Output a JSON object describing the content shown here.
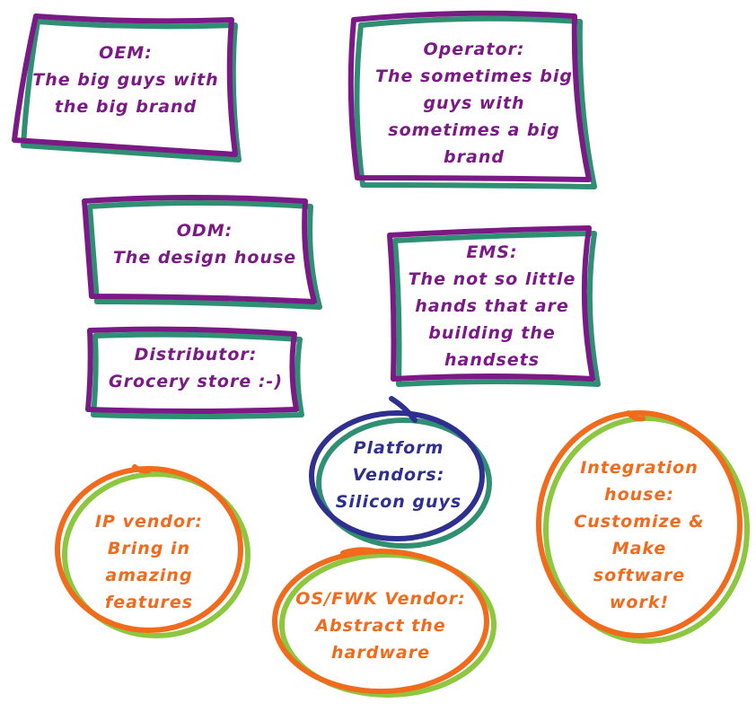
{
  "colors": {
    "purple": "#7b1a86",
    "teal": "#2f8f72",
    "blue": "#2e2f8e",
    "orange": "#f26a1b",
    "lime": "#8dc63f",
    "background": "#ffffff"
  },
  "boxes": {
    "oem": {
      "lines": [
        "OEM:",
        "The big guys with",
        "the big brand"
      ]
    },
    "operator": {
      "lines": [
        "Operator:",
        "The sometimes big",
        "guys with",
        "sometimes a big",
        "brand"
      ]
    },
    "odm": {
      "lines": [
        "ODM:",
        "The design house"
      ]
    },
    "ems": {
      "lines": [
        "EMS:",
        "The not so little",
        "hands that are",
        "building the",
        "handsets"
      ]
    },
    "distributor": {
      "lines": [
        "Distributor:",
        "Grocery store :-)"
      ]
    }
  },
  "bubbles": {
    "platform": {
      "lines": [
        "Platform",
        "Vendors:",
        "Silicon guys"
      ]
    },
    "ip_vendor": {
      "lines": [
        "IP vendor:",
        "Bring in",
        "amazing",
        "features"
      ]
    },
    "os_fwk": {
      "lines": [
        "OS/FWK Vendor:",
        "Abstract the",
        "hardware"
      ]
    },
    "integration": {
      "lines": [
        "Integration",
        "house:",
        "Customize &",
        "Make",
        "software",
        "work!"
      ]
    }
  }
}
